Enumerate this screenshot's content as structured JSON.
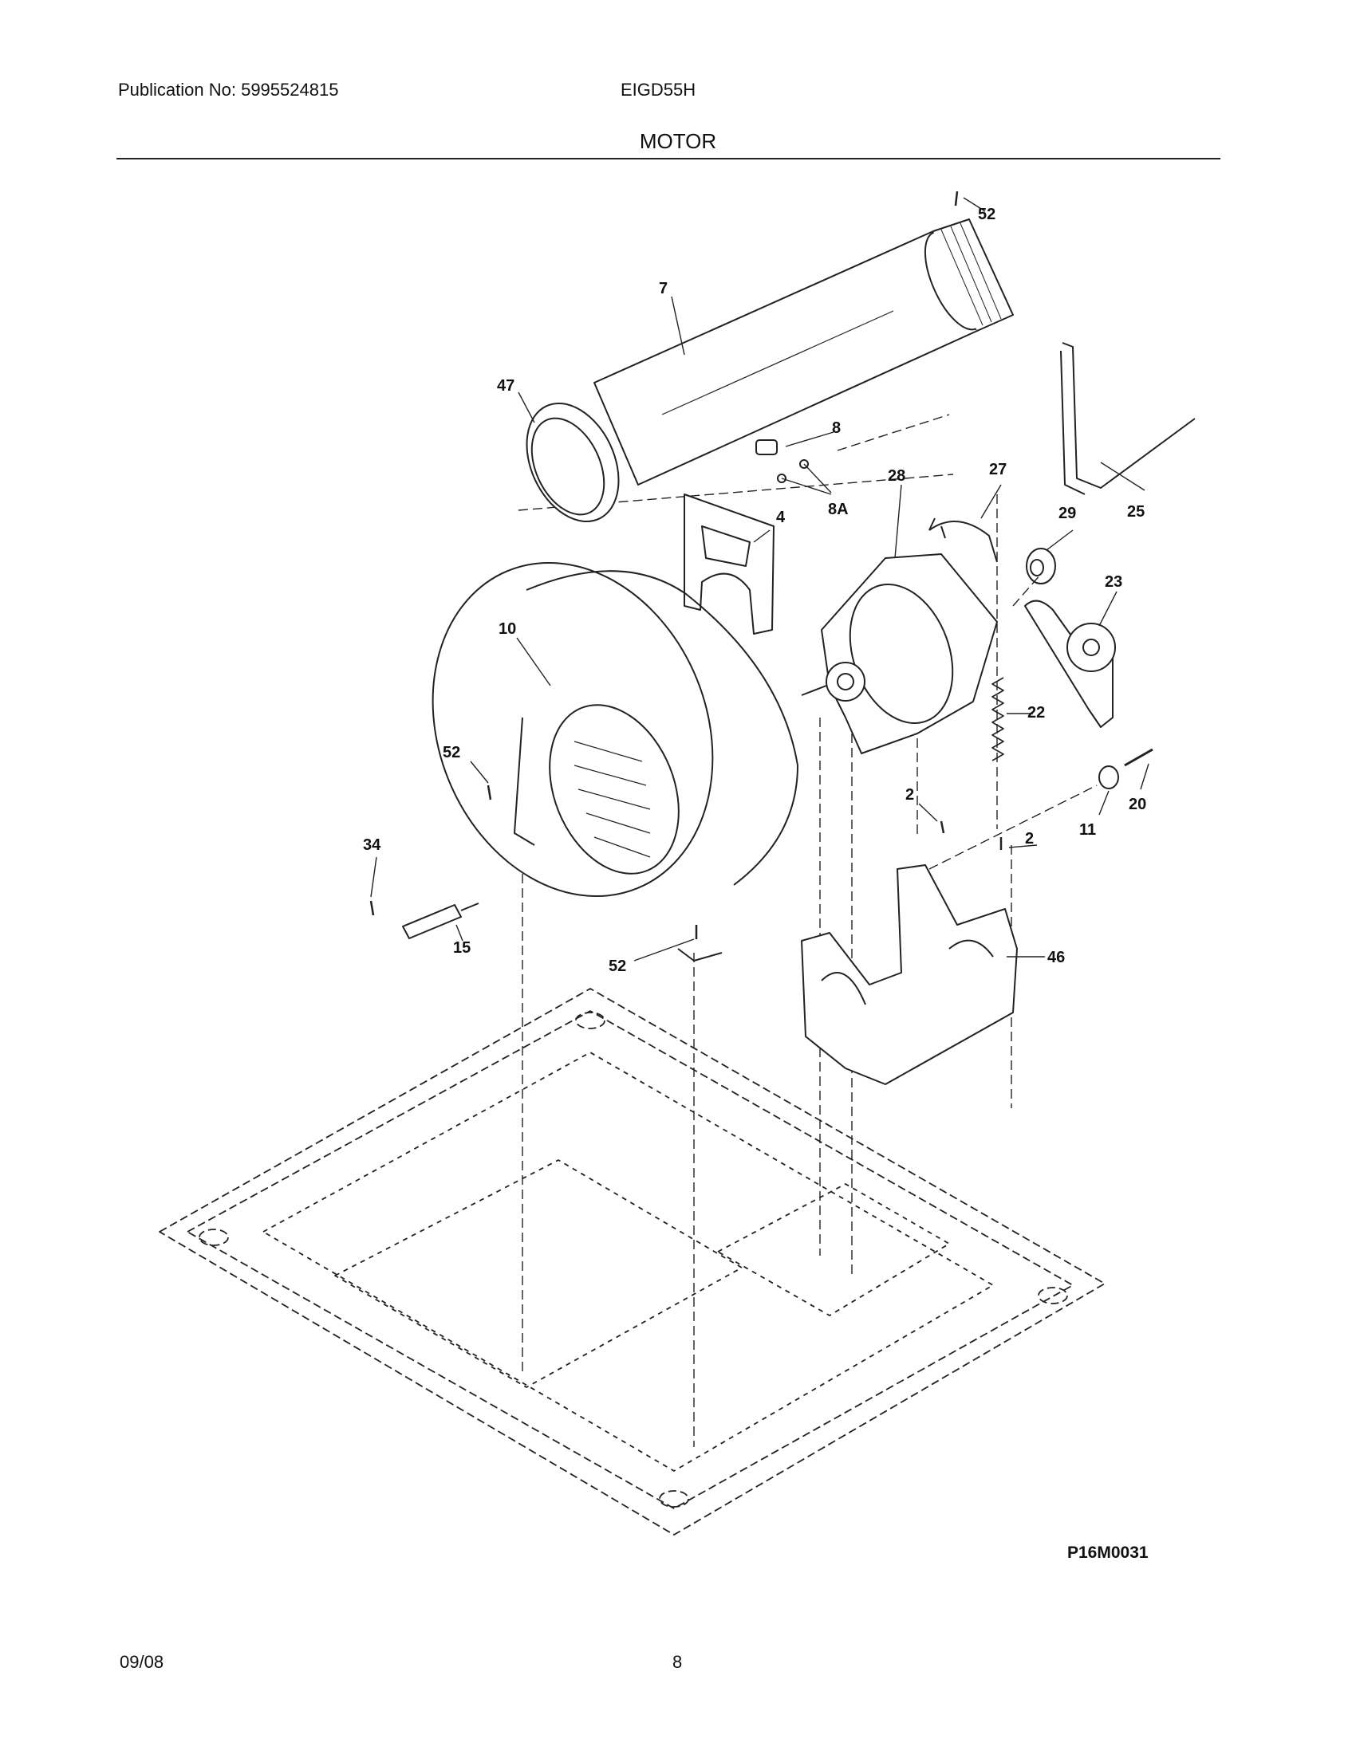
{
  "header": {
    "publication": "Publication No: 5995524815",
    "model": "EIGD55H",
    "section": "MOTOR"
  },
  "diagram": {
    "drawing_code": "P16M0031",
    "callouts": [
      "52",
      "7",
      "47",
      "8",
      "8A",
      "4",
      "28",
      "27",
      "29",
      "25",
      "23",
      "10",
      "22",
      "52",
      "20",
      "2",
      "11",
      "2",
      "34",
      "15",
      "52",
      "46"
    ]
  },
  "footer": {
    "date": "09/08",
    "page": "8"
  }
}
